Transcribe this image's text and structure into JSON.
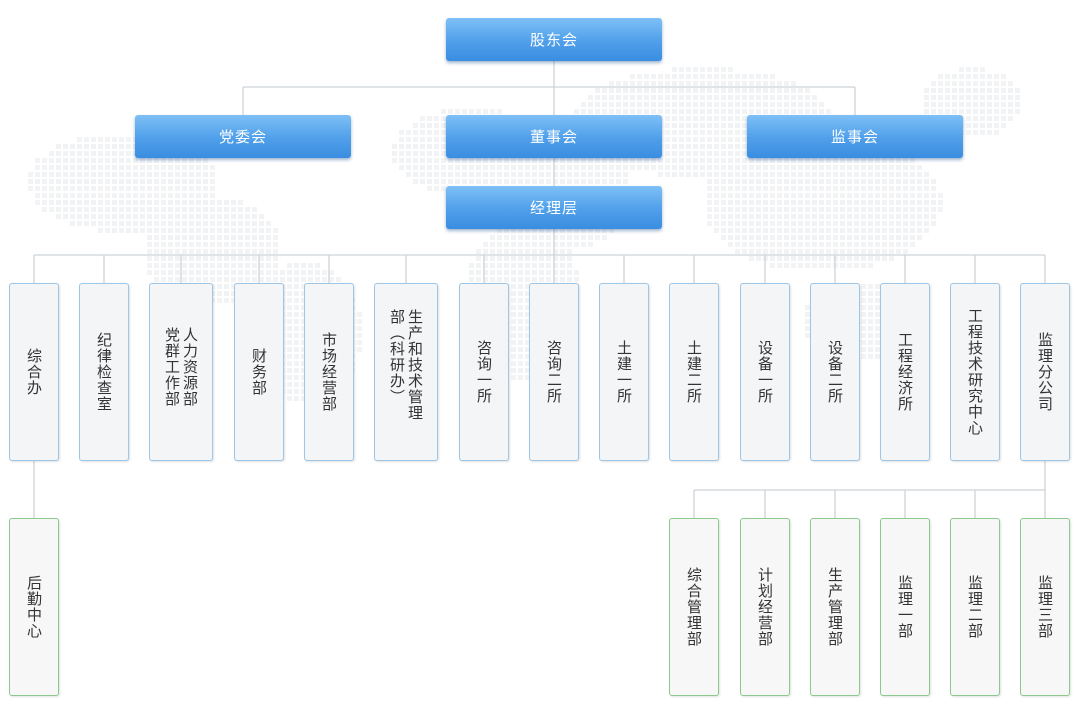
{
  "top": {
    "shareholders": "股东会",
    "party_committee": "党委会",
    "board": "董事会",
    "supervisory_board": "监事会",
    "management": "经理层"
  },
  "departments": [
    "综合办",
    "纪律检查室",
    "人力资源部党群工作部",
    "财务部",
    "市场经营部",
    "生产和技术管理部（科研办）",
    "咨询一所",
    "咨询二所",
    "土建一所",
    "土建二所",
    "设备一所",
    "设备二所",
    "工程经济所",
    "工程技术研究中心",
    "监理分公司"
  ],
  "office_sub": [
    "后勤中心"
  ],
  "supervision_sub": [
    "综合管理部",
    "计划经营部",
    "生产管理部",
    "监理一部",
    "监理二部",
    "监理三部"
  ],
  "colors": {
    "header_top": "#7ec0f6",
    "header_bottom": "#3a8de0",
    "dept_border": "#9fc6e4",
    "sub_border": "#8cc98c",
    "connector": "#cfd3d8"
  }
}
